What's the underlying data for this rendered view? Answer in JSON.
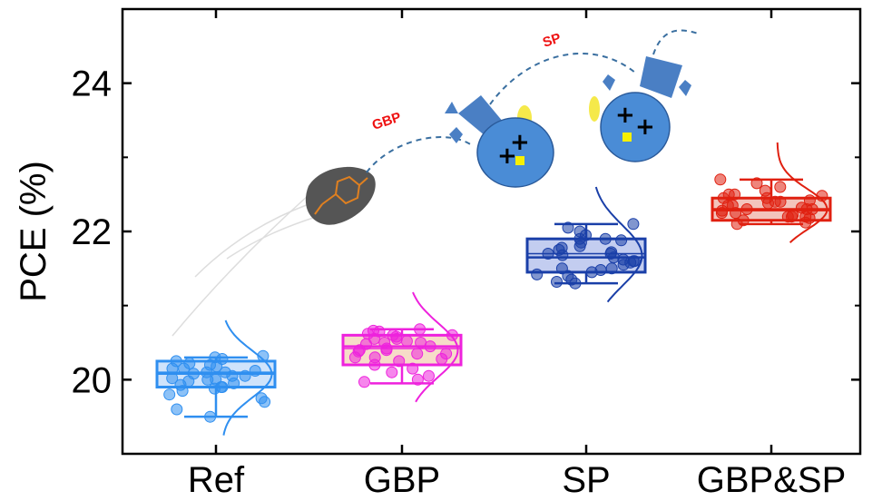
{
  "chart_data": {
    "type": "box",
    "categories": [
      "Ref",
      "GBP",
      "SP",
      "GBP&SP"
    ],
    "ylabel": "PCE (%)",
    "xlabel": "",
    "ylim": [
      19.0,
      25.0
    ],
    "yticks": [
      "20",
      "22",
      "24"
    ],
    "grid": false,
    "series": [
      {
        "category": "Ref",
        "color": "#2f8ff0",
        "fill": "#cfe3fb",
        "whisker_low": 19.5,
        "q1": 19.9,
        "median": 20.08,
        "mean": 20.1,
        "q3": 20.25,
        "whisker_high": 20.3,
        "points": [
          20.3,
          20.28,
          20.25,
          20.22,
          20.2,
          20.18,
          20.15,
          20.12,
          20.1,
          20.1,
          20.08,
          20.05,
          20.05,
          20.02,
          20.0,
          19.98,
          19.95,
          19.93,
          19.9,
          19.88,
          19.85,
          19.8,
          19.75,
          19.7,
          19.6,
          19.5,
          20.32,
          20.15,
          20.0,
          19.9
        ]
      },
      {
        "category": "GBP",
        "color": "#ee22dd",
        "fill": "#f6dcc8",
        "whisker_low": 19.95,
        "q1": 20.2,
        "median": 20.45,
        "mean": 20.42,
        "q3": 20.6,
        "whisker_high": 20.68,
        "points": [
          20.68,
          20.65,
          20.62,
          20.6,
          20.58,
          20.55,
          20.52,
          20.5,
          20.48,
          20.45,
          20.42,
          20.4,
          20.38,
          20.35,
          20.3,
          20.28,
          20.25,
          20.2,
          20.15,
          20.1,
          20.05,
          20.0,
          19.97,
          20.66,
          20.55,
          20.4,
          20.3,
          20.6,
          20.5,
          20.35
        ]
      },
      {
        "category": "SP",
        "color": "#1a3fa8",
        "fill": "#c3cdf0",
        "whisker_low": 21.3,
        "q1": 21.45,
        "median": 21.65,
        "mean": 21.7,
        "q3": 21.9,
        "whisker_high": 22.1,
        "points": [
          22.1,
          22.05,
          22.0,
          21.95,
          21.9,
          21.88,
          21.85,
          21.8,
          21.78,
          21.75,
          21.72,
          21.7,
          21.68,
          21.65,
          21.62,
          21.6,
          21.58,
          21.55,
          21.5,
          21.48,
          21.45,
          21.42,
          21.4,
          21.35,
          21.32,
          21.3,
          21.9,
          21.7,
          21.5,
          21.6
        ]
      },
      {
        "category": "GBP&SP",
        "color": "#e02010",
        "fill": "#f3c4bc",
        "whisker_low": 22.1,
        "q1": 22.15,
        "median": 22.3,
        "mean": 22.28,
        "q3": 22.45,
        "whisker_high": 22.7,
        "points": [
          22.7,
          22.65,
          22.6,
          22.55,
          22.5,
          22.48,
          22.45,
          22.42,
          22.4,
          22.38,
          22.35,
          22.32,
          22.3,
          22.3,
          22.28,
          22.25,
          22.22,
          22.2,
          22.2,
          22.18,
          22.15,
          22.12,
          22.1,
          22.45,
          22.35,
          22.25,
          22.4,
          22.2,
          22.3,
          22.5
        ]
      }
    ],
    "annotations": [
      "GBP",
      "SP"
    ]
  }
}
